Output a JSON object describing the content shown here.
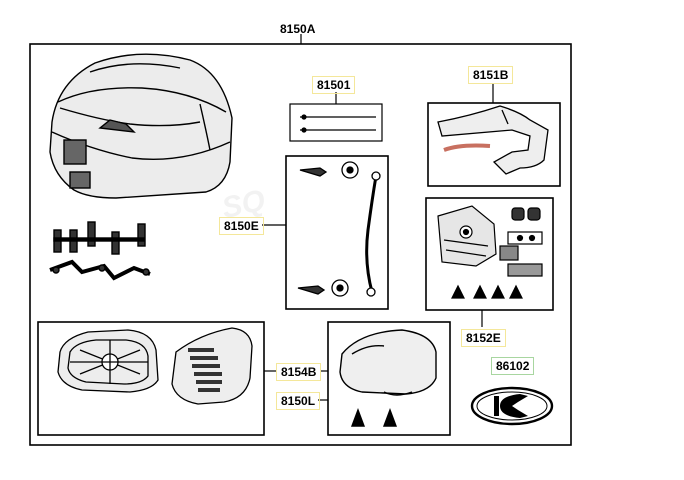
{
  "diagram": {
    "labels": {
      "main": "8150A",
      "clips": "81501",
      "cover": "8151B",
      "stay": "8150E",
      "mount_kit": "8152E",
      "lens": "8154B",
      "lid": "8150L",
      "emblem": "86102"
    }
  },
  "colors": {
    "line": "#000000",
    "label_box_yellow": "#f4e79a",
    "label_box_green": "#a8d6a0",
    "part_fill": "#ededed",
    "accent_red": "#c87060"
  },
  "icons": [
    "top-case-icon",
    "mount-bracket-icon",
    "clip-strip-icon",
    "stay-cable-icon",
    "cover-trim-icon",
    "mount-plate-icon",
    "base-plate-icon",
    "reflector-lens-icon",
    "lid-icon",
    "emblem-icon"
  ]
}
